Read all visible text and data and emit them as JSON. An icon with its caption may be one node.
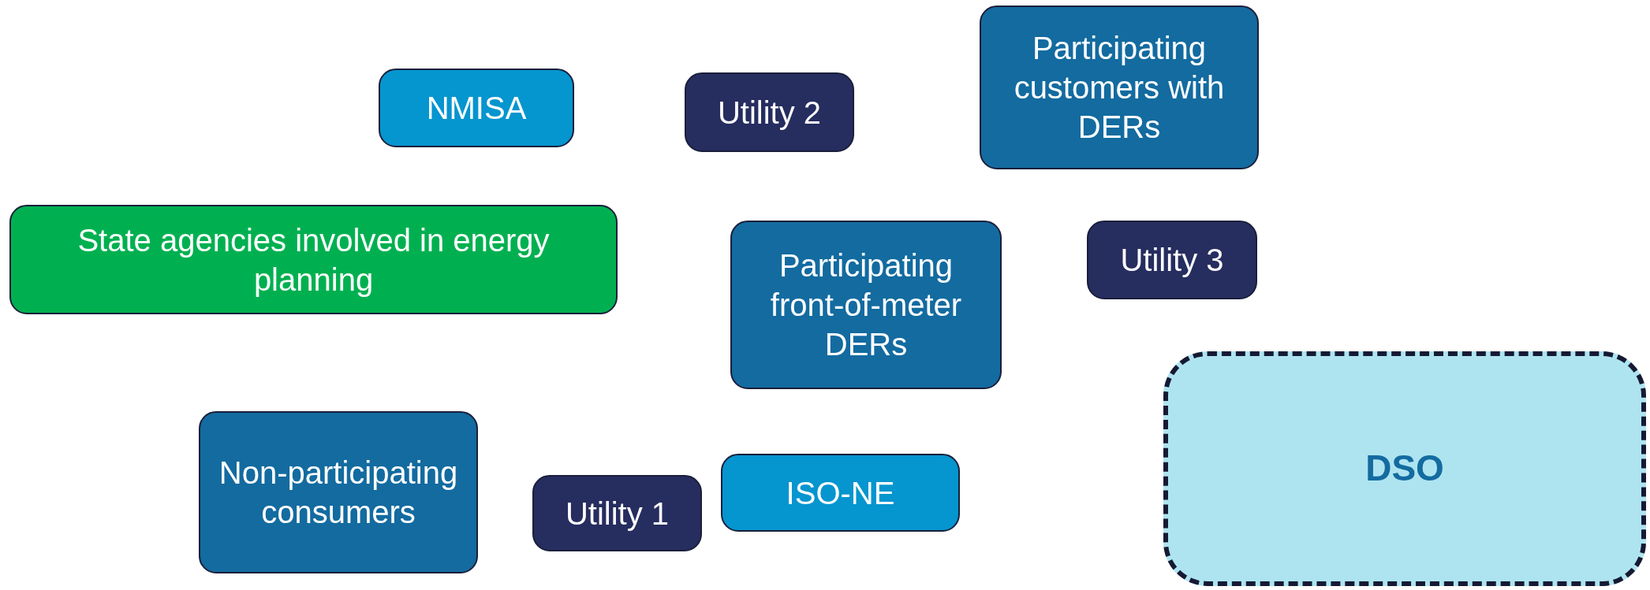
{
  "diagram": {
    "nodes": [
      {
        "text": [
          "Participating customers with DERs"
        ]
      },
      {
        "text": [
          "NMISA"
        ]
      },
      {
        "text": [
          "Utility 2"
        ]
      },
      {
        "text": [
          "State agencies involved in energy planning"
        ]
      },
      {
        "text": [
          "Participating front-of-meter DERs"
        ]
      },
      {
        "text": [
          "Utility 3"
        ]
      },
      {
        "text": [
          "DSO"
        ]
      },
      {
        "text": [
          "Non-participating consumers"
        ]
      },
      {
        "text": [
          "ISO-NE"
        ]
      },
      {
        "text": [
          "Utility 1"
        ]
      }
    ]
  }
}
